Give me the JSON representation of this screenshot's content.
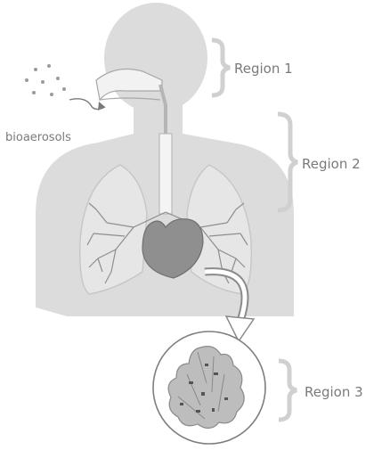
{
  "labels": {
    "bioaerosols": "bioaerosols",
    "region1": "Region 1",
    "region2": "Region 2",
    "region3": "Region 3"
  },
  "colors": {
    "silhouette": "#dcdcdc",
    "lung_outline": "#c6c6c6",
    "airway": "#8e8e8e",
    "heart": "#8f8f8f",
    "brace": "#d0d0d0",
    "text": "#7a7a7a",
    "alveoli": "#bdbdbd"
  }
}
